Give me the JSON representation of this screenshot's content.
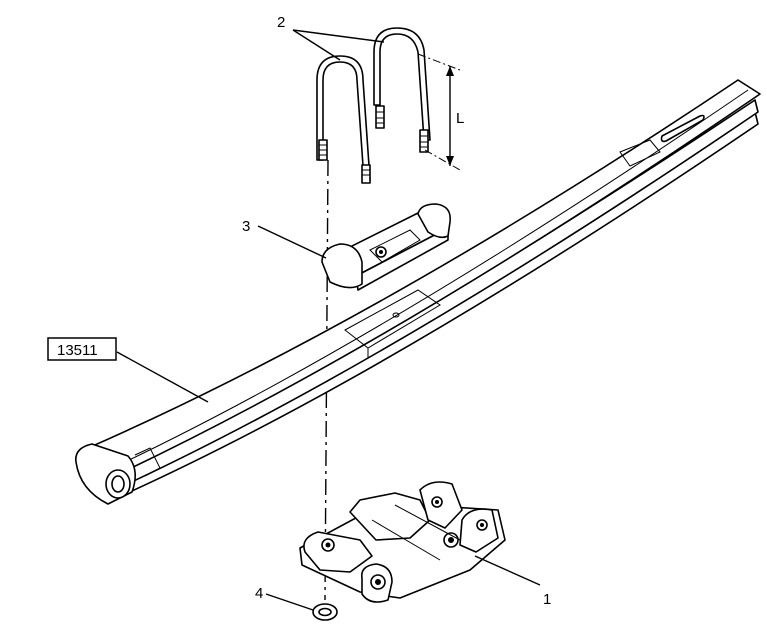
{
  "callouts": {
    "u_bolts": "2",
    "length": "L",
    "bump_stop": "3",
    "leaf_spring": "13511",
    "spring_seat": "1",
    "washer": "4"
  }
}
